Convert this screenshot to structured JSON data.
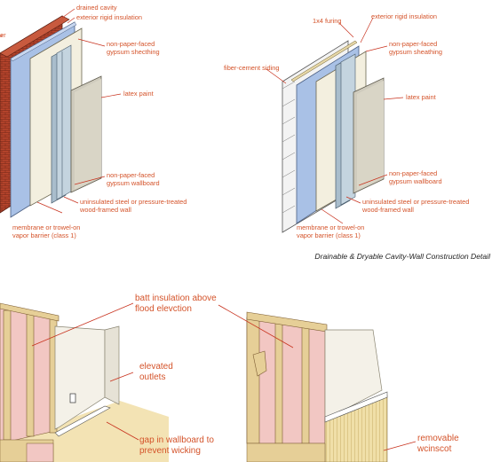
{
  "caption": "Drainable & Dryable Cavity-Wall Construction Detail",
  "top_left": {
    "drained_cavity": "drained cavity",
    "exterior_rigid_insulation": "exterior rigid insulation",
    "partial_label": "er",
    "gypsum_sheathing": [
      "non-paper-faced",
      "gypsum shecthing"
    ],
    "latex_paint": "latex paint",
    "gypsum_wallboard": [
      "non-paper-faced",
      "gypsum wallboard"
    ],
    "framed_wall": [
      "uninsulated steel or pressure-treated",
      "wood-framed wall"
    ],
    "vapor_barrier": [
      "membrane or trowel-on",
      "vapor barrier (class 1)"
    ]
  },
  "top_right": {
    "furring": "1x4 furing",
    "exterior_rigid_insulation": "exterior rigid insulation",
    "gypsum_sheathing": [
      "non-paper-faced",
      "gypsum sheathing"
    ],
    "fiber_cement_siding": "fiber-cement siding",
    "latex_paint": "latex paint",
    "gypsum_wallboard": [
      "non-paper-faced",
      "gypsum wallboard"
    ],
    "framed_wall": [
      "uninsulated steel or pressure-treated",
      "wood-framed wall"
    ],
    "vapor_barrier": [
      "membrane or trowel-on",
      "vapor barrier (class 1)"
    ]
  },
  "bottom": {
    "batt_insulation": [
      "batt insulation above",
      "flood elevction"
    ],
    "elevated_outlets": [
      "elevated",
      "outlets"
    ],
    "gap_wallboard": [
      "gap in wallboard to",
      "prevent wicking"
    ],
    "removable_wainscot": [
      "removable",
      "wcinscot"
    ]
  },
  "colors": {
    "label_orange": "#d4532a",
    "leader_red": "#c8321e",
    "brick": "#b8452c",
    "insulation_blue": "#a9c1e6",
    "sheathing_cream": "#f3efdf",
    "steel_stud": "#a9bdcc",
    "wallboard_gray": "#cfcbbd",
    "batt_pink": "#f2c7c3",
    "wood_stud": "#e6cf97",
    "wainscot": "#f0dfa8"
  }
}
